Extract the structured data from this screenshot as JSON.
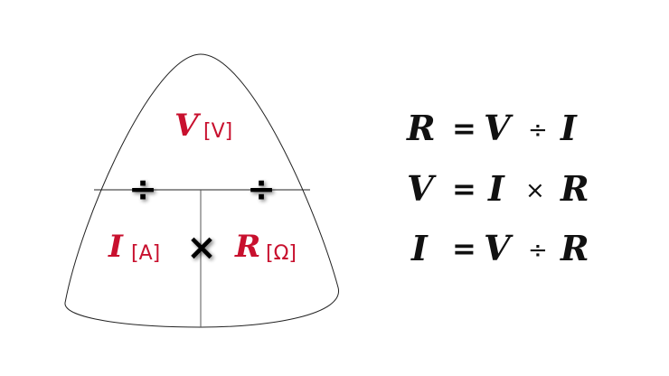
{
  "triangle": {
    "top": {
      "symbol": "V",
      "unit": "[V]"
    },
    "left": {
      "symbol": "I",
      "unit": "[A]"
    },
    "right": {
      "symbol": "R",
      "unit": "[Ω]"
    },
    "divide_left": "÷",
    "divide_right": "÷",
    "multiply": "×"
  },
  "equations": [
    {
      "lhs": "R",
      "eq": "=",
      "a": "V",
      "op": "÷",
      "b": "I"
    },
    {
      "lhs": "V",
      "eq": "=",
      "a": "I",
      "op": "×",
      "b": "R"
    },
    {
      "lhs": "I",
      "eq": "=",
      "a": "V",
      "op": "÷",
      "b": "R"
    }
  ],
  "colors": {
    "accent": "#c8102e",
    "ink": "#111111"
  }
}
